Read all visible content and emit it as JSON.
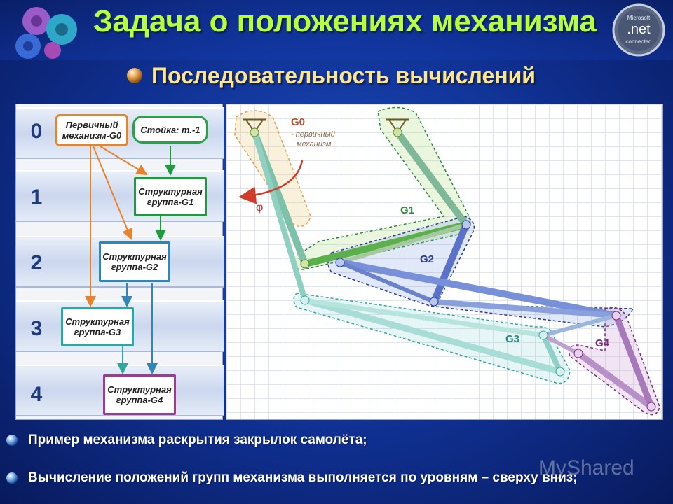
{
  "title": "Задача о положениях механизма",
  "subtitle": "Последовательность вычислений",
  "badge": {
    "top": "Microsoft",
    "brand": ".net",
    "bottom": "connected"
  },
  "levels": [
    "0",
    "1",
    "2",
    "3",
    "4"
  ],
  "boxes": {
    "primary": {
      "line1": "Первичный",
      "line2": "механизм-G0"
    },
    "stand": {
      "text": "Стойка: т.-1"
    },
    "g1": {
      "line1": "Структурная",
      "line2": "группа-G1"
    },
    "g2": {
      "line1": "Структурная",
      "line2": "группа-G2"
    },
    "g3": {
      "line1": "Структурная",
      "line2": "группа-G3"
    },
    "g4": {
      "line1": "Структурная",
      "line2": "группа-G4"
    }
  },
  "mechanism": {
    "g0_label": "G0",
    "g0_desc_line1": "- первичный",
    "g0_desc_line2": "механизм",
    "phi": "φ",
    "g1_label": "G1",
    "g2_label": "G2",
    "g3_label": "G3",
    "g4_label": "G4"
  },
  "bullets": [
    "Пример механизма раскрытия закрылок самолёта;",
    "Вычисление положений групп механизма выполняется по уровням – сверху вниз;"
  ],
  "watermark": "MyShared",
  "colors": {
    "title": "#b6ff3a",
    "subtitle": "#ffe58a",
    "primary_box": "#e8832a",
    "stand_box": "#2aa24a",
    "g1_box": "#1f9a3c",
    "g2_box": "#2f86b8",
    "g3_box": "#2fa7a0",
    "g4_box": "#9c3b8f"
  }
}
